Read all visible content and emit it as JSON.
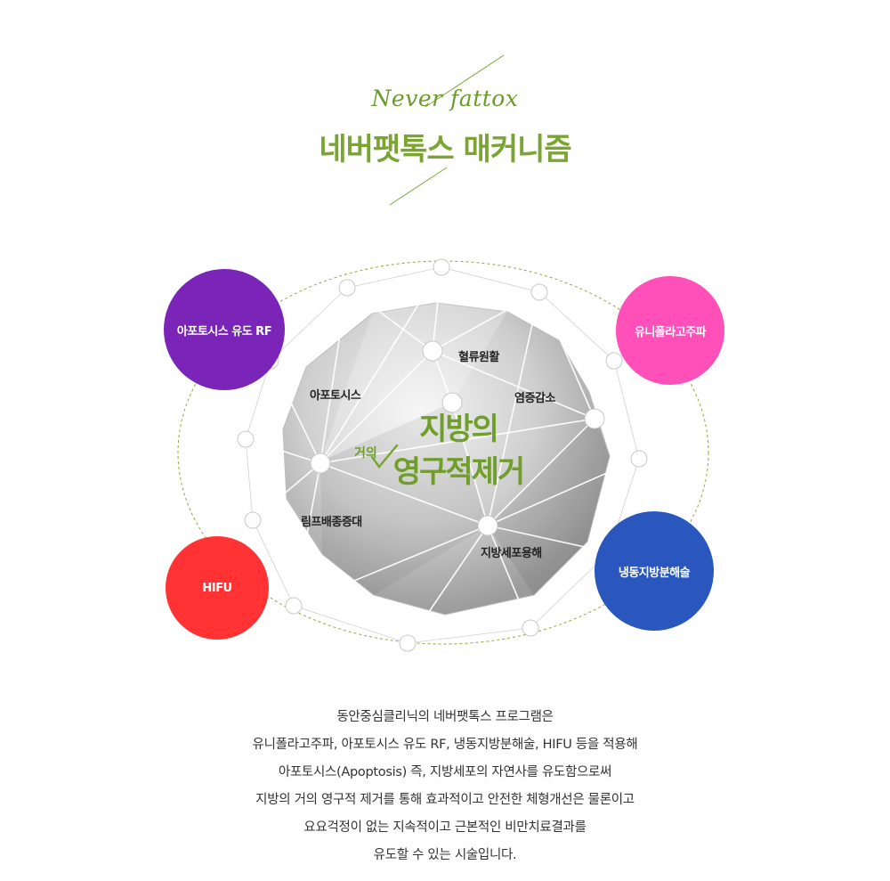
{
  "header": {
    "script_title": "Never fattox",
    "title": "네버팻톡스 매커니즘"
  },
  "diagram": {
    "center_line1": "지방의",
    "center_small": "거의",
    "center_line2": "영구적제거",
    "inner_labels": {
      "blood": "혈류원활",
      "apoptosis": "아포토시스",
      "inflammation": "염증감소",
      "lymph": "림프배종증대",
      "fat_cell": "지방세포용해"
    },
    "circles": {
      "apoptosis_rf": {
        "label": "아포토시스 유도 RF",
        "color": "#7a25b8"
      },
      "uni_pola": {
        "label": "유니폴라고주파",
        "color": "#ff4fb8"
      },
      "hifu": {
        "label": "HIFU",
        "color": "#ff3333"
      },
      "cryo": {
        "label": "냉동지방분해술",
        "color": "#2957bd"
      }
    },
    "accent_color": "#7aa532"
  },
  "description": {
    "lines": [
      "동안중심클리닉의 네버팻톡스 프로그램은",
      "유니폴라고주파, 아포토시스 유도 RF, 냉동지방분해술, HIFU  등을 적용해",
      "아포토시스(Apoptosis) 즉, 지방세포의 자연사를 유도함으로써",
      "지방의 거의 영구적 제거를 통해 효과적이고 안전한 체형개선은 물론이고",
      "요요걱정이 없는 지속적이고 근본적인 비만치료결과를",
      "유도할 수 있는 시술입니다."
    ]
  }
}
